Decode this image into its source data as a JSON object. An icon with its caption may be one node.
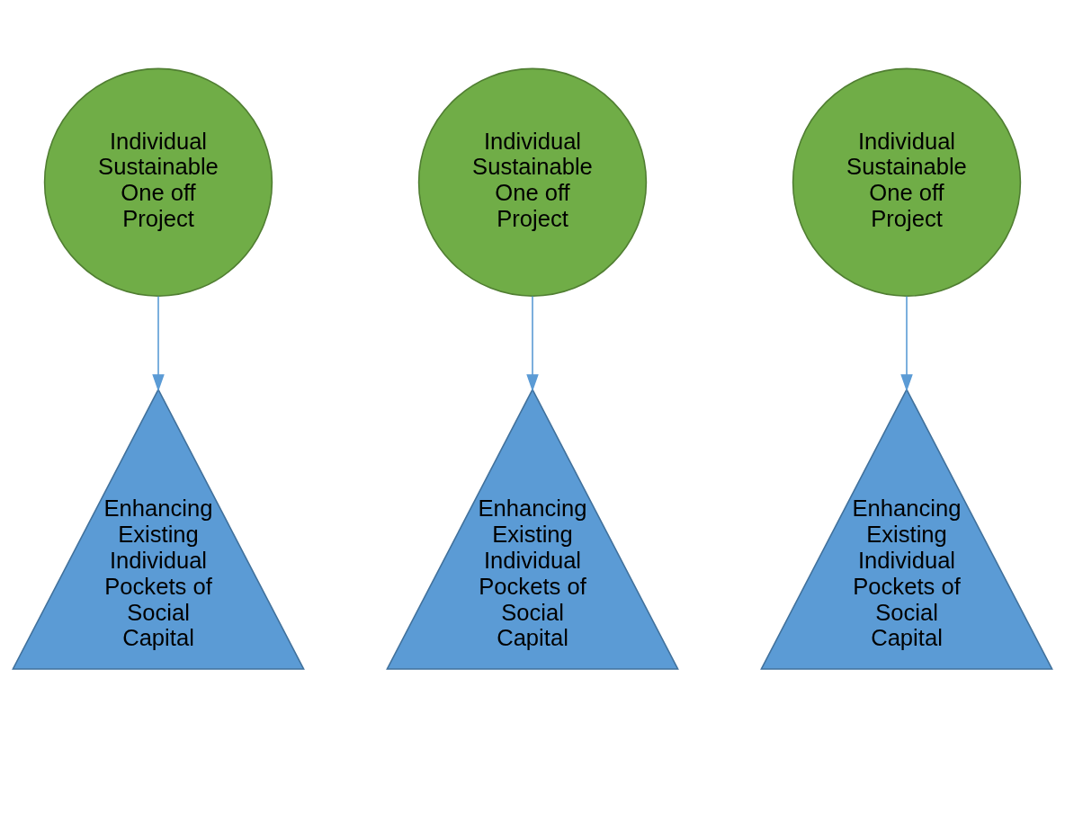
{
  "diagram": {
    "nodes": [
      {
        "text": [
          "Individual Sustainable One off Project"
        ]
      },
      {
        "text": [
          "Individual Sustainable One off Project"
        ]
      },
      {
        "text": [
          "Individual Sustainable One off Project"
        ]
      },
      {
        "text": [
          "Enhancing Existing Individual Pockets of Social Capital"
        ]
      },
      {
        "text": [
          "Enhancing Existing Individual Pockets of Social Capital"
        ]
      },
      {
        "text": [
          "Enhancing Existing Individual Pockets of Social Capital"
        ]
      }
    ],
    "edges": [
      {
        "from": 0,
        "to": 3,
        "arrow": "to"
      },
      {
        "from": 1,
        "to": 4,
        "arrow": "to"
      },
      {
        "from": 2,
        "to": 5,
        "arrow": "to"
      }
    ]
  }
}
